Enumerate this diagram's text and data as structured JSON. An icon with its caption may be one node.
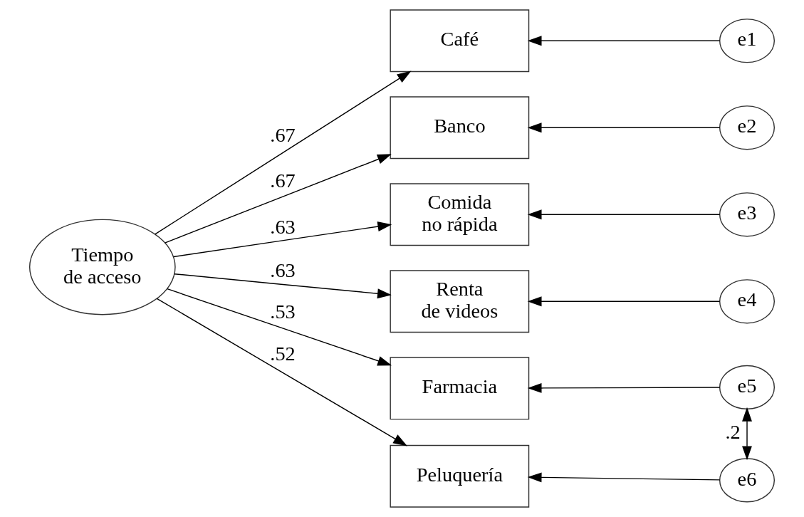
{
  "diagram": {
    "nodes": [
      {
        "text": [
          "Tiempo de acceso"
        ]
      },
      {
        "text": [
          "Café"
        ]
      },
      {
        "text": [
          "Banco"
        ]
      },
      {
        "text": [
          "Comida no rápida"
        ]
      },
      {
        "text": [
          "Renta de videos"
        ]
      },
      {
        "text": [
          "Farmacia"
        ]
      },
      {
        "text": [
          "Peluquería"
        ]
      },
      {
        "text": [
          "e1"
        ]
      },
      {
        "text": [
          "e2"
        ]
      },
      {
        "text": [
          "e3"
        ]
      },
      {
        "text": [
          "e4"
        ]
      },
      {
        "text": [
          "e5"
        ]
      },
      {
        "text": [
          "e6"
        ]
      }
    ],
    "edges": [
      {
        "from": 0,
        "to": 1,
        "arrow": "to",
        "label": ".67"
      },
      {
        "from": 0,
        "to": 2,
        "arrow": "to",
        "label": ".67"
      },
      {
        "from": 0,
        "to": 3,
        "arrow": "to",
        "label": ".63"
      },
      {
        "from": 0,
        "to": 4,
        "arrow": "to",
        "label": ".63"
      },
      {
        "from": 0,
        "to": 5,
        "arrow": "to",
        "label": ".53"
      },
      {
        "from": 0,
        "to": 6,
        "arrow": "to",
        "label": ".52"
      },
      {
        "from": 7,
        "to": 1,
        "arrow": "to"
      },
      {
        "from": 8,
        "to": 2,
        "arrow": "to"
      },
      {
        "from": 9,
        "to": 3,
        "arrow": "to"
      },
      {
        "from": 10,
        "to": 4,
        "arrow": "to"
      },
      {
        "from": 11,
        "to": 5,
        "arrow": "to"
      },
      {
        "from": 12,
        "to": 6,
        "arrow": "to"
      },
      {
        "from": 11,
        "to": 12,
        "arrow": "both",
        "label": ".2"
      }
    ]
  }
}
